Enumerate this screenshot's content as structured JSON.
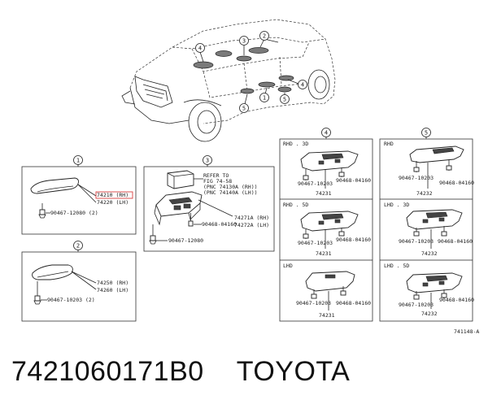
{
  "callouts": [
    "1",
    "2",
    "3",
    "4",
    "5"
  ],
  "panel1": {
    "number": "1",
    "part_rh": "74210 (RH)",
    "part_lh": "74220 (LH)",
    "screw": "90467-12080 (2)"
  },
  "panel2": {
    "number": "2",
    "part_rh": "74250 (RH)",
    "part_lh": "74260 (LH)",
    "screw": "90467-10203 (2)"
  },
  "panel3": {
    "number": "3",
    "refer_1": "REFER TO",
    "refer_2": "FIG 74-58",
    "refer_3": "(PNC 74130A (RH))",
    "refer_4": "(PNC 74140A (LH))",
    "part_rh": "74271A (RH)",
    "part_lh": "74272A (LH)",
    "clip": "90468-04160",
    "screw": "90467-12080"
  },
  "panel4": {
    "number": "4",
    "cells": [
      {
        "header": "RHD . 3D",
        "screw": "90467-10203",
        "clip": "90468-04160",
        "part": "74231"
      },
      {
        "header": "RHD . 5D",
        "screw": "90467-10203",
        "clip": "90468-04160",
        "part": "74231"
      },
      {
        "header": "LHD",
        "screw": "90467-10203",
        "clip": "90468-04160",
        "part": "74231"
      }
    ]
  },
  "panel5": {
    "number": "5",
    "cells": [
      {
        "header": "RHD",
        "screw": "90467-10203",
        "clip": "90468-04160",
        "part": "74232"
      },
      {
        "header": "LHD . 3D",
        "screw": "90467-10203",
        "clip": "90468-04160",
        "part": "74232"
      },
      {
        "header": "LHD . 5D",
        "screw": "90467-10203",
        "clip": "90468-04160",
        "part": "74232"
      }
    ]
  },
  "figure_code": "741148-A",
  "caption": {
    "part_number": "7421060171B0",
    "brand": "TOYOTA"
  }
}
